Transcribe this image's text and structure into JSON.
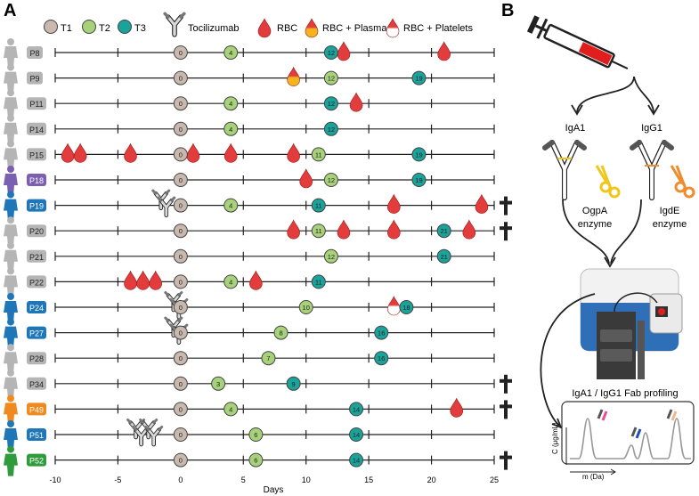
{
  "panels": {
    "a": "A",
    "b": "B"
  },
  "legend": {
    "t1": "T1",
    "t2": "T2",
    "t3": "T3",
    "drug": "Tocilizumab",
    "rbc": "RBC",
    "rbc_plasma": "RBC + Plasma",
    "rbc_platelets": "RBC + Platelets"
  },
  "colors": {
    "t1": "#c8b8ae",
    "t2": "#a8d27a",
    "t3": "#1aa39a",
    "rbc": "#e23c3c",
    "badge_default": "#b5b5b5",
    "badge_purple": "#7b5fb0",
    "badge_blue": "#1f77b8",
    "badge_orange": "#f08a1e",
    "badge_green": "#2f9b3c",
    "igdE_scissors": "#ef8d2e",
    "ogpA_scissors": "#f0c61a"
  },
  "x_axis": {
    "label": "Days",
    "ticks": [
      -10,
      -5,
      0,
      5,
      10,
      15,
      20,
      25
    ],
    "range": [
      -10,
      25
    ]
  },
  "patients": [
    {
      "id": "P8",
      "color": "badge_default",
      "events": [
        {
          "type": "T1",
          "day": 0,
          "text": "0"
        },
        {
          "type": "T2",
          "day": 4,
          "text": "4"
        },
        {
          "type": "T3",
          "day": 12,
          "text": "12"
        },
        {
          "type": "RBC",
          "day": 13
        },
        {
          "type": "RBC",
          "day": 21
        }
      ]
    },
    {
      "id": "P9",
      "color": "badge_default",
      "events": [
        {
          "type": "T1",
          "day": 0,
          "text": "0"
        },
        {
          "type": "RBCP",
          "day": 9
        },
        {
          "type": "T2",
          "day": 12,
          "text": "12"
        },
        {
          "type": "T3",
          "day": 19,
          "text": "19"
        }
      ]
    },
    {
      "id": "P11",
      "color": "badge_default",
      "events": [
        {
          "type": "T1",
          "day": 0,
          "text": "0"
        },
        {
          "type": "T2",
          "day": 4,
          "text": "4"
        },
        {
          "type": "T3",
          "day": 12,
          "text": "12"
        },
        {
          "type": "RBC",
          "day": 14
        }
      ]
    },
    {
      "id": "P14",
      "color": "badge_default",
      "events": [
        {
          "type": "T1",
          "day": 0,
          "text": "0"
        },
        {
          "type": "T2",
          "day": 4,
          "text": "4"
        },
        {
          "type": "T3",
          "day": 12,
          "text": "12"
        }
      ]
    },
    {
      "id": "P15",
      "color": "badge_default",
      "events": [
        {
          "type": "RBC",
          "day": -9
        },
        {
          "type": "RBC",
          "day": -8
        },
        {
          "type": "RBC",
          "day": -4
        },
        {
          "type": "T1",
          "day": 0,
          "text": "0"
        },
        {
          "type": "RBC",
          "day": 1
        },
        {
          "type": "RBC",
          "day": 4
        },
        {
          "type": "RBC",
          "day": 9
        },
        {
          "type": "T2",
          "day": 11,
          "text": "11"
        },
        {
          "type": "T3",
          "day": 19,
          "text": "19"
        }
      ]
    },
    {
      "id": "P18",
      "color": "badge_purple",
      "events": [
        {
          "type": "T1",
          "day": 0,
          "text": "0"
        },
        {
          "type": "RBC",
          "day": 10
        },
        {
          "type": "T2",
          "day": 12,
          "text": "12"
        },
        {
          "type": "T3",
          "day": 19,
          "text": "19"
        }
      ]
    },
    {
      "id": "P19",
      "color": "badge_blue",
      "cross": true,
      "events": [
        {
          "type": "DRUG",
          "day": -1
        },
        {
          "type": "T1",
          "day": 0,
          "text": "0"
        },
        {
          "type": "T2",
          "day": 4,
          "text": "4"
        },
        {
          "type": "T3",
          "day": 11,
          "text": "11"
        },
        {
          "type": "RBC",
          "day": 17
        },
        {
          "type": "RBC",
          "day": 24
        }
      ]
    },
    {
      "id": "P20",
      "color": "badge_default",
      "cross": true,
      "events": [
        {
          "type": "T1",
          "day": 0,
          "text": "0"
        },
        {
          "type": "RBC",
          "day": 9
        },
        {
          "type": "T2",
          "day": 11,
          "text": "11"
        },
        {
          "type": "RBC",
          "day": 13
        },
        {
          "type": "RBC",
          "day": 17
        },
        {
          "type": "T3",
          "day": 21,
          "text": "21"
        },
        {
          "type": "RBC",
          "day": 23
        }
      ]
    },
    {
      "id": "P21",
      "color": "badge_default",
      "events": [
        {
          "type": "T1",
          "day": 0,
          "text": "0"
        },
        {
          "type": "T2",
          "day": 12,
          "text": "12"
        },
        {
          "type": "T3",
          "day": 21,
          "text": "21"
        }
      ]
    },
    {
      "id": "P22",
      "color": "badge_default",
      "events": [
        {
          "type": "RBC",
          "day": -4
        },
        {
          "type": "RBC",
          "day": -3
        },
        {
          "type": "RBC",
          "day": -2
        },
        {
          "type": "T1",
          "day": 0,
          "text": "0"
        },
        {
          "type": "T2",
          "day": 4,
          "text": "4"
        },
        {
          "type": "RBC",
          "day": 6
        },
        {
          "type": "T3",
          "day": 11,
          "text": "11"
        }
      ]
    },
    {
      "id": "P24",
      "color": "badge_blue",
      "events": [
        {
          "type": "DRUG",
          "day": 0
        },
        {
          "type": "T1",
          "day": 0,
          "text": "0"
        },
        {
          "type": "T2",
          "day": 10,
          "text": "10"
        },
        {
          "type": "RBCPL",
          "day": 17
        },
        {
          "type": "T3",
          "day": 18,
          "text": "18"
        }
      ]
    },
    {
      "id": "P27",
      "color": "badge_blue",
      "events": [
        {
          "type": "DRUG",
          "day": 0
        },
        {
          "type": "T1",
          "day": 0,
          "text": "0"
        },
        {
          "type": "T2",
          "day": 8,
          "text": "8"
        },
        {
          "type": "T3",
          "day": 16,
          "text": "16"
        }
      ]
    },
    {
      "id": "P28",
      "color": "badge_default",
      "events": [
        {
          "type": "T1",
          "day": 0,
          "text": "0"
        },
        {
          "type": "T2",
          "day": 7,
          "text": "7"
        },
        {
          "type": "T3",
          "day": 16,
          "text": "16"
        }
      ]
    },
    {
      "id": "P34",
      "color": "badge_default",
      "cross": true,
      "events": [
        {
          "type": "T1",
          "day": 0,
          "text": "0"
        },
        {
          "type": "T2",
          "day": 3,
          "text": "3"
        },
        {
          "type": "T3",
          "day": 9,
          "text": "9"
        }
      ]
    },
    {
      "id": "P49",
      "color": "badge_orange",
      "cross": true,
      "events": [
        {
          "type": "T1",
          "day": 0,
          "text": "0"
        },
        {
          "type": "T2",
          "day": 4,
          "text": "4"
        },
        {
          "type": "T3",
          "day": 14,
          "text": "14"
        },
        {
          "type": "RBC",
          "day": 22
        }
      ]
    },
    {
      "id": "P51",
      "color": "badge_blue",
      "events": [
        {
          "type": "DRUG",
          "day": -3
        },
        {
          "type": "DRUG",
          "day": -2
        },
        {
          "type": "T1",
          "day": 0,
          "text": "0"
        },
        {
          "type": "T2",
          "day": 6,
          "text": "6"
        },
        {
          "type": "T3",
          "day": 14,
          "text": "14"
        }
      ]
    },
    {
      "id": "P52",
      "color": "badge_green",
      "cross": true,
      "events": [
        {
          "type": "T1",
          "day": 0,
          "text": "0"
        },
        {
          "type": "T2",
          "day": 6,
          "text": "6"
        },
        {
          "type": "T3",
          "day": 14,
          "text": "14"
        }
      ]
    }
  ],
  "panel_b": {
    "iga1": "IgA1",
    "igg1": "IgG1",
    "ogpa_1": "OgpA",
    "ogpa_2": "enzyme",
    "igde_1": "IgdE",
    "igde_2": "enzyme",
    "profiling_title": "IgA1 / IgG1 Fab profiling",
    "y_axis": "C (μg/mL)",
    "x_axis": "m (Da)"
  }
}
